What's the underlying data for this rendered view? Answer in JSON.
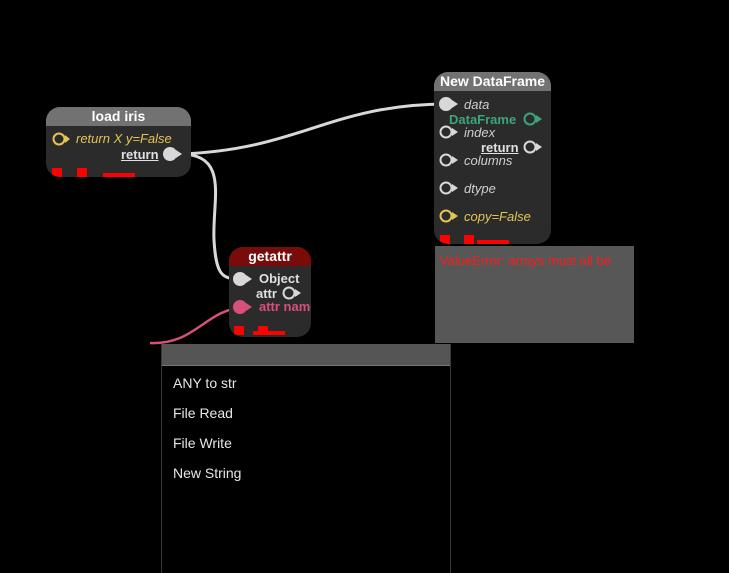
{
  "nodes": {
    "load_iris": {
      "title": "load iris",
      "param": "return X y=False",
      "output": "return"
    },
    "new_dataframe": {
      "title": "New DataFrame",
      "inputs": [
        "data",
        "index",
        "columns",
        "dtype",
        "copy=False"
      ],
      "outputs": [
        "DataFrame",
        "return"
      ],
      "error_text": "ValueError: arrays must all be"
    },
    "getattr": {
      "title": "getattr",
      "input": "Object",
      "output": "attr",
      "param": "attr name"
    }
  },
  "context_menu": {
    "search_value": "",
    "items": [
      "ANY to str",
      "File Read",
      "File Write",
      "New String"
    ]
  },
  "colors": {
    "canvas": "#000000",
    "node_body": "#2b2b2b",
    "title_gray": "#727272",
    "title_red": "#7a0b0b",
    "param_yellow": "#e4c454",
    "str_pink": "#d6507a",
    "df_green": "#3aa57a",
    "wire": "#d8d8d8",
    "error_red": "#ff1a1a"
  }
}
